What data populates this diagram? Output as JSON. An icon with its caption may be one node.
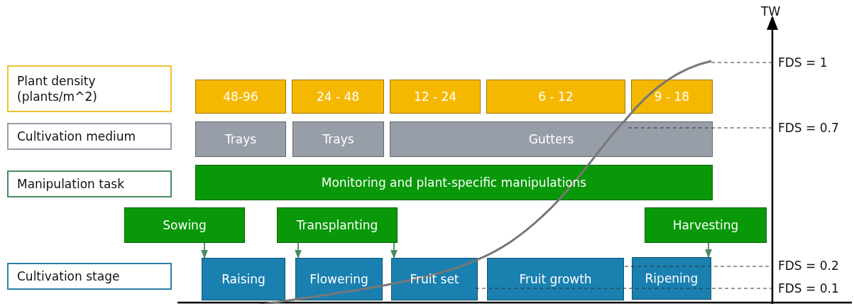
{
  "diagram": {
    "nodes": [
      {
        "text": [
          "Plant density (plants/m^2)"
        ]
      },
      {
        "text": [
          "48-96"
        ]
      },
      {
        "text": [
          "24 - 48"
        ]
      },
      {
        "text": [
          "12 - 24"
        ]
      },
      {
        "text": [
          "6 - 12"
        ]
      },
      {
        "text": [
          "9 - 18"
        ]
      },
      {
        "text": [
          "Cultivation medium"
        ]
      },
      {
        "text": [
          "Trays"
        ]
      },
      {
        "text": [
          "Trays"
        ]
      },
      {
        "text": [
          "Gutters"
        ]
      },
      {
        "text": [
          "Manipulation task"
        ]
      },
      {
        "text": [
          "Monitoring and plant-specific manipulations"
        ]
      },
      {
        "text": [
          "Sowing"
        ]
      },
      {
        "text": [
          "Transplanting"
        ]
      },
      {
        "text": [
          "Harvesting"
        ]
      },
      {
        "text": [
          "Cultivation stage"
        ]
      },
      {
        "text": [
          "Raising"
        ]
      },
      {
        "text": [
          "Flowering"
        ]
      },
      {
        "text": [
          "Fruit set"
        ]
      },
      {
        "text": [
          "Fruit growth"
        ]
      },
      {
        "text": [
          "Ripening"
        ]
      }
    ],
    "edges": [
      {
        "from": 12,
        "to": 16,
        "arrow": "to"
      },
      {
        "from": 13,
        "to": 17,
        "arrow": "to"
      },
      {
        "from": 13,
        "to": 18,
        "arrow": "to"
      },
      {
        "from": 14,
        "to": 20,
        "arrow": "to"
      }
    ],
    "labels": [
      "TW",
      "FDS = 1",
      "FDS = 0.7",
      "FDS = 0.2",
      "FDS = 0.1"
    ]
  }
}
